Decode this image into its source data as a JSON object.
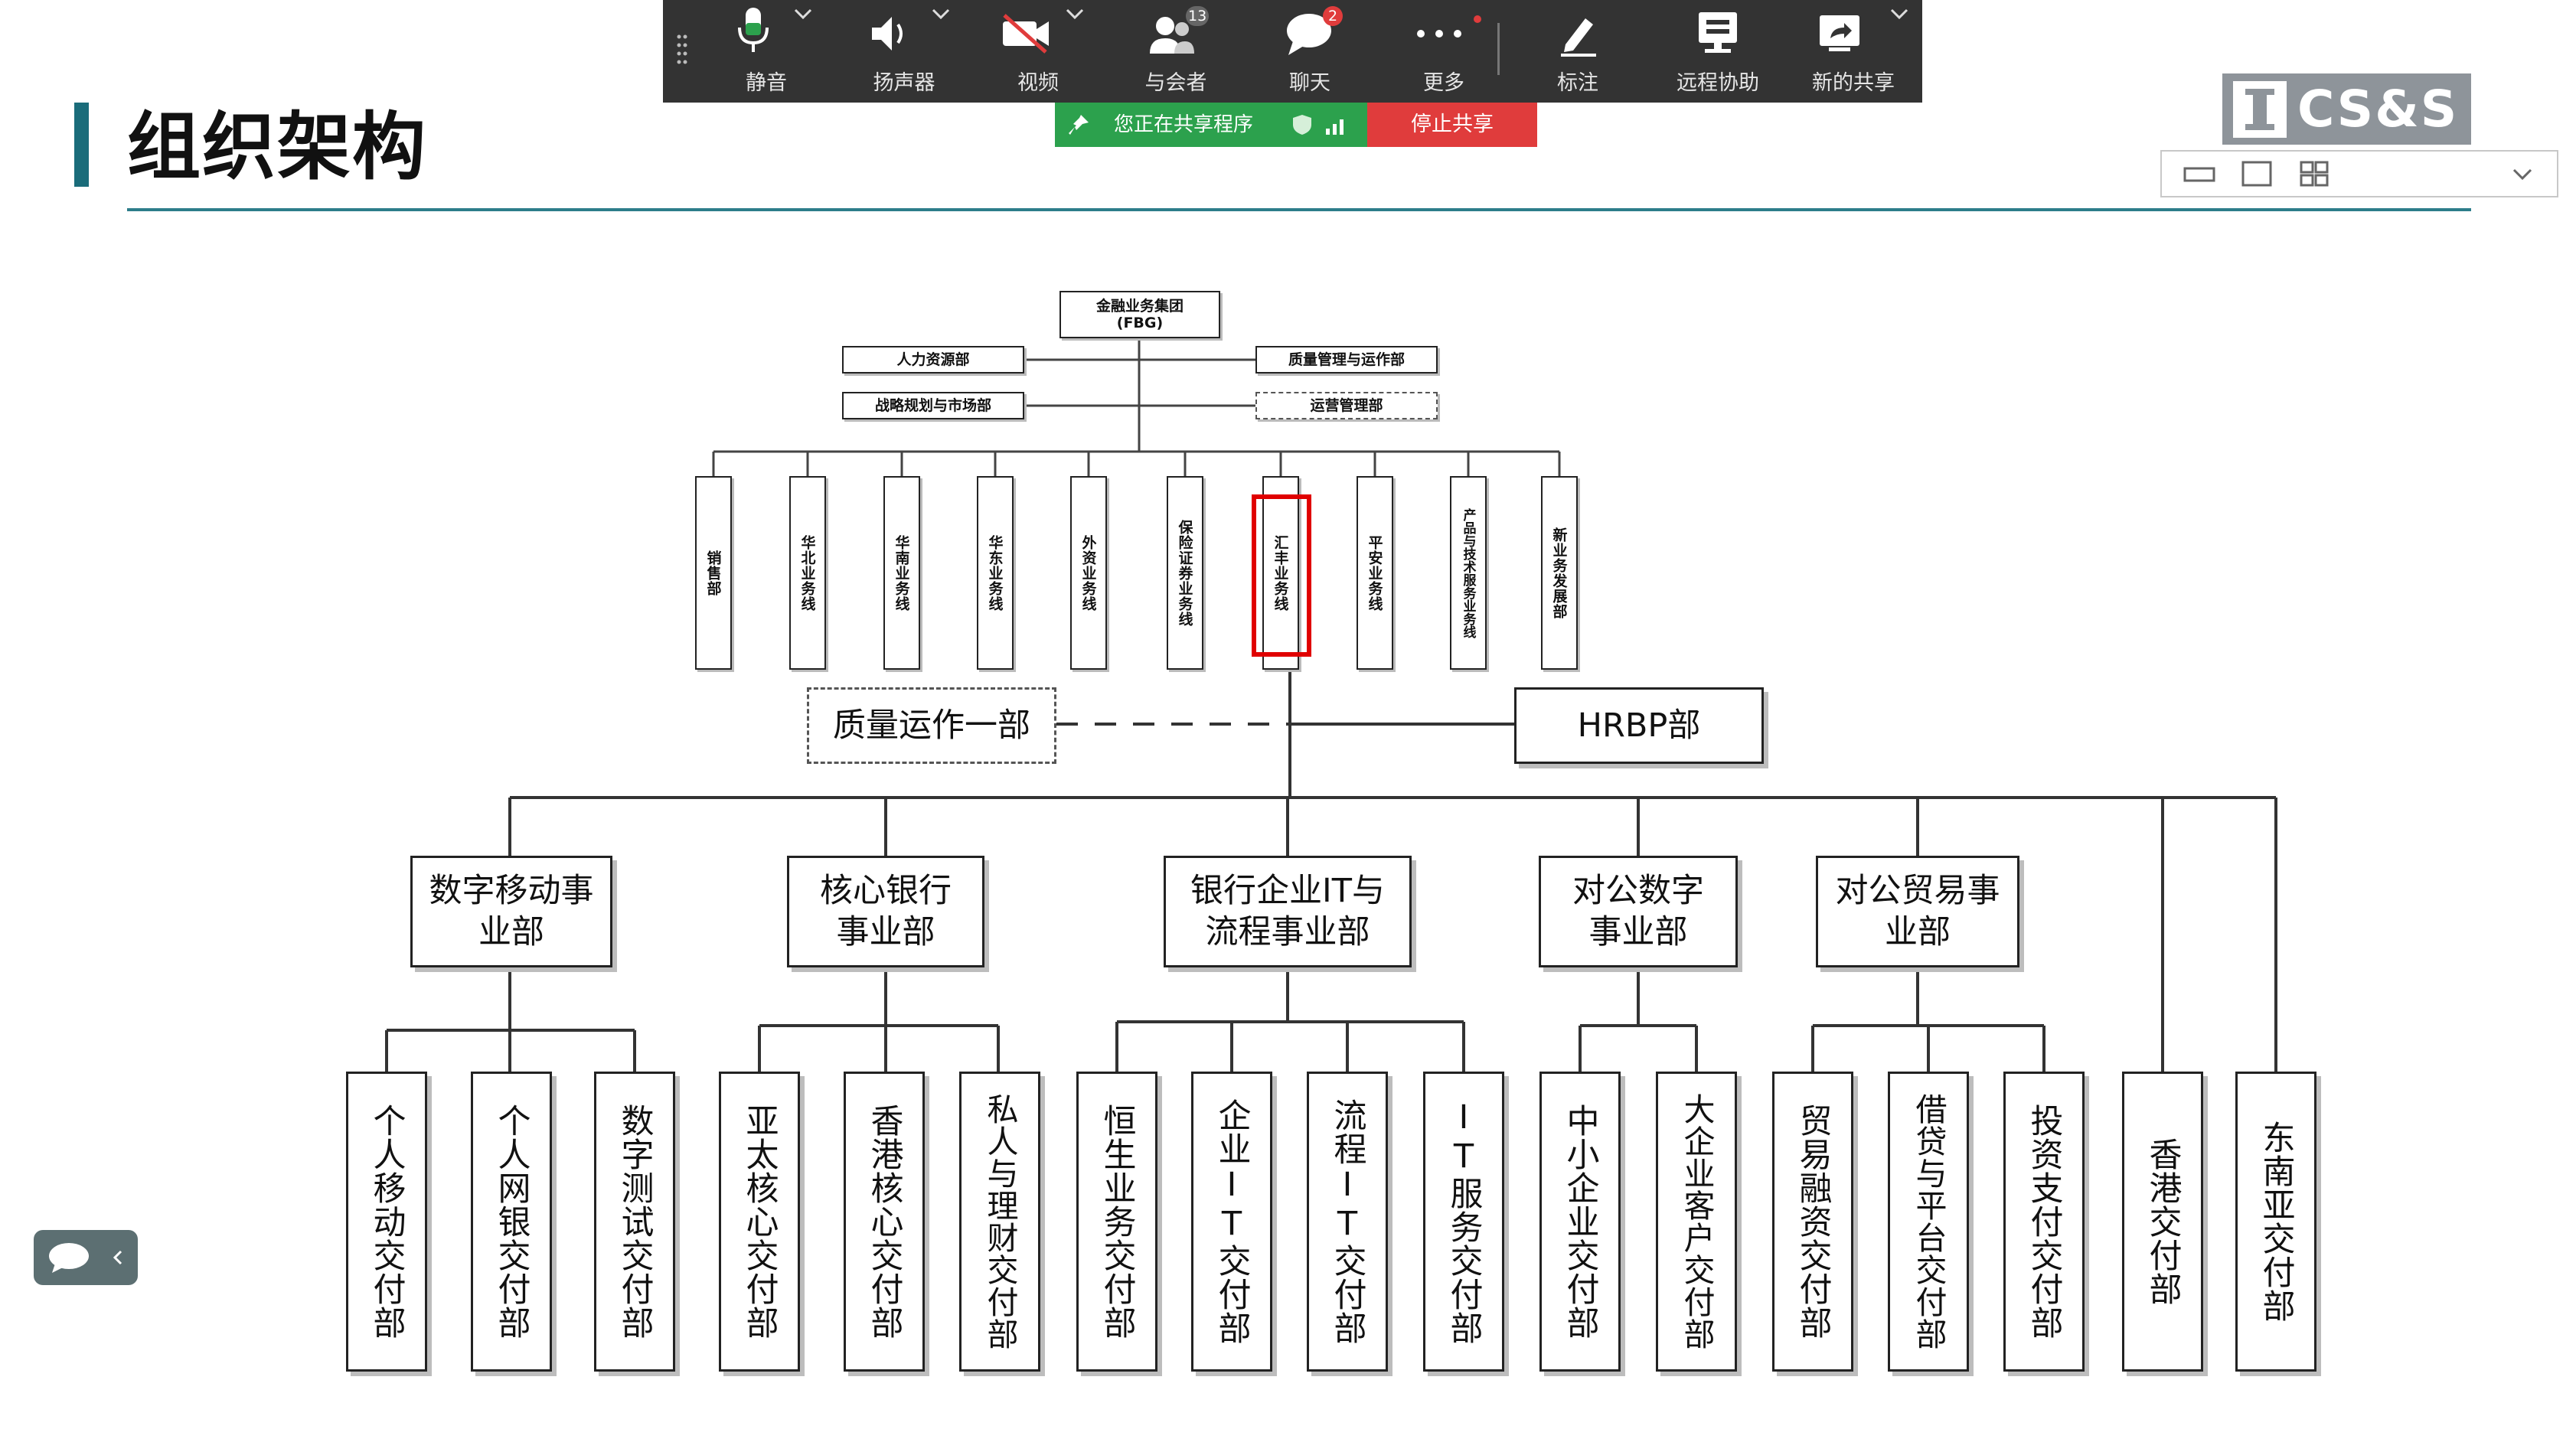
{
  "toolbar": {
    "mute": "静音",
    "speaker": "扬声器",
    "video": "视频",
    "participants": "与会者",
    "participants_count": "13",
    "chat": "聊天",
    "chat_badge": "2",
    "more": "更多",
    "annotate": "标注",
    "remote_assist": "远程协助",
    "new_share": "新的共享"
  },
  "share_bar": {
    "status": "您正在共享程序",
    "stop": "停止共享"
  },
  "slide": {
    "title": "组织架构",
    "logo_text": "CS&S"
  },
  "org": {
    "top": "金融业务集团\n(FBG)",
    "staff_left": [
      "人力资源部",
      "战略规划与市场部"
    ],
    "staff_right": [
      "质量管理与运作部",
      "运营管理部"
    ],
    "lines": [
      "销售部",
      "华北业务线",
      "华南业务线",
      "华东业务线",
      "外资业务线",
      "保险证券业务线",
      "汇丰业务线",
      "平安业务线",
      "产品与技术服务业务线",
      "新业务发展部"
    ],
    "quality_dept": "质量运作一部",
    "hrbp": "HRBP部",
    "divisions": [
      "数字移动事业部",
      "核心银行事业部",
      "银行企业IT与流程事业部",
      "对公数字事业部",
      "对公贸易事业部"
    ],
    "divisions_display": [
      [
        "数字移动事",
        "业部"
      ],
      [
        "核心银行",
        "事业部"
      ],
      [
        "银行企业IT与",
        "流程事业部"
      ],
      [
        "对公数字",
        "事业部"
      ],
      [
        "对公贸易事",
        "业部"
      ]
    ],
    "delivery": [
      "个人移动交付部",
      "个人网银交付部",
      "数字测试交付部",
      "亚太核心交付部",
      "香港核心交付部",
      "私人与理财交付部",
      "恒生业务交付部",
      "企业IT交付部",
      "流程IT交付部",
      "IT服务交付部",
      "中小企业交付部",
      "大企业客户交付部",
      "贸易融资交付部",
      "借贷与平台交付部",
      "投资支付交付部",
      "香港交付部",
      "东南亚交付部"
    ]
  },
  "colors": {
    "toolbar_bg": "#333333",
    "share_green": "#2ca14d",
    "stop_red": "#e03c3c",
    "title_accent": "#1a6c7a",
    "highlight": "#e00000"
  }
}
